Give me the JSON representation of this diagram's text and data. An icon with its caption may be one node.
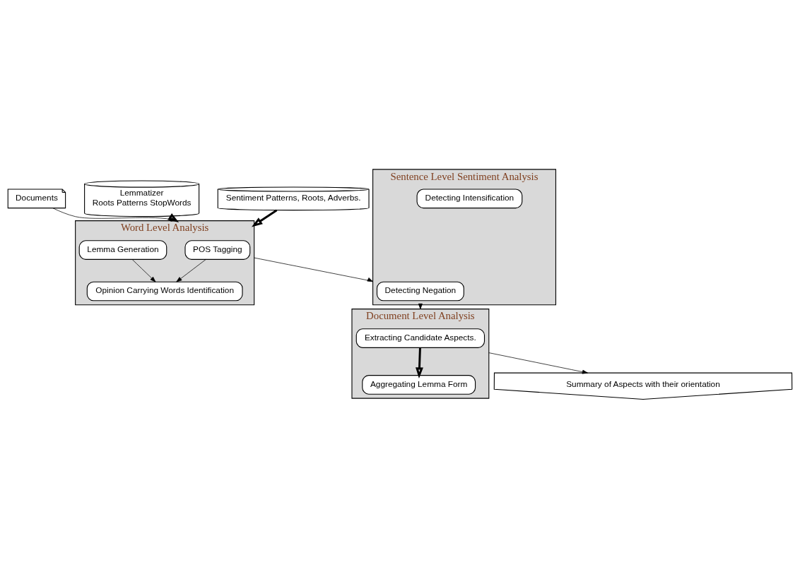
{
  "diagram": {
    "nodes": [
      {
        "text": [
          "Documents"
        ]
      },
      {
        "text": [
          "Lemmatizer",
          "Roots Patterns StopWords"
        ]
      },
      {
        "text": [
          "Word Level Analysis"
        ]
      },
      {
        "text": [
          "POS Tagging"
        ],
        "in": 2
      },
      {
        "text": [
          "Lemma Generation"
        ],
        "in": 2
      },
      {
        "text": [
          "Opinion Carrying Words Identification"
        ],
        "in": 2
      },
      {
        "text": [
          "Sentiment Patterns, Roots, Adverbs."
        ]
      },
      {
        "text": [
          "Document Level Analysis"
        ]
      },
      {
        "text": [
          "Extracting Candidate Aspects."
        ],
        "in": 7
      },
      {
        "text": [
          "Aggregating Lemma Form"
        ],
        "in": 7
      },
      {
        "text": [
          "Sentence Level Sentiment Analysis"
        ]
      },
      {
        "text": [
          "Detecting Negation"
        ],
        "in": 10
      },
      {
        "text": [
          "Detecting Intensification"
        ],
        "in": 10
      },
      {
        "text": [
          "Summary of Aspects with their orientation"
        ]
      }
    ],
    "edges": [
      {
        "from": 0,
        "to": 2,
        "arrow": "to"
      },
      {
        "from": 1,
        "to": 2,
        "arrow": "to",
        "style": "thick"
      },
      {
        "from": 6,
        "to": 2,
        "arrow": "to",
        "style": "thick"
      },
      {
        "from": 3,
        "to": 5,
        "arrow": "to"
      },
      {
        "from": 4,
        "to": 5,
        "arrow": "to"
      },
      {
        "from": 2,
        "to": 10,
        "arrow": "to"
      },
      {
        "from": 10,
        "to": 7,
        "arrow": "to"
      },
      {
        "from": 8,
        "to": 9,
        "arrow": "to",
        "style": "thick"
      },
      {
        "from": 7,
        "to": 13,
        "arrow": "to"
      }
    ]
  }
}
